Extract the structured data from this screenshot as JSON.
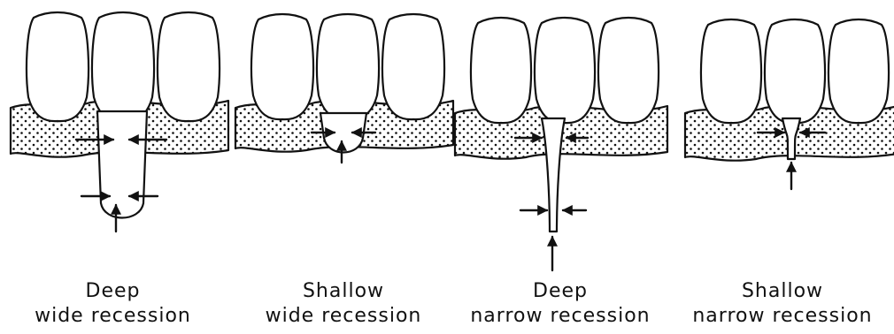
{
  "panels": [
    {
      "line1": "Deep",
      "line2": "wide recession"
    },
    {
      "line1": "Shallow",
      "line2": "wide recession"
    },
    {
      "line1": "Deep",
      "line2": "narrow recession"
    },
    {
      "line1": "Shallow",
      "line2": "narrow recession"
    }
  ],
  "colors": {
    "ink": "#111111",
    "paper": "#ffffff"
  }
}
